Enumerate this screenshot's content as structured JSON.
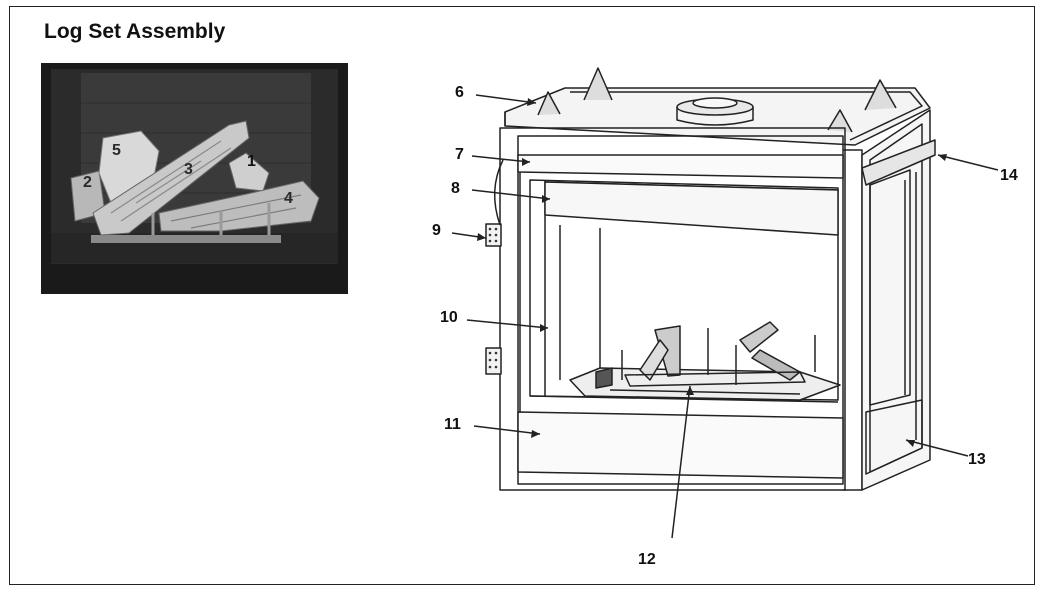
{
  "title": "Log Set Assembly",
  "photo_labels": [
    "1",
    "2",
    "3",
    "4",
    "5"
  ],
  "callouts": [
    "6",
    "7",
    "8",
    "9",
    "10",
    "11",
    "12",
    "13",
    "14"
  ]
}
